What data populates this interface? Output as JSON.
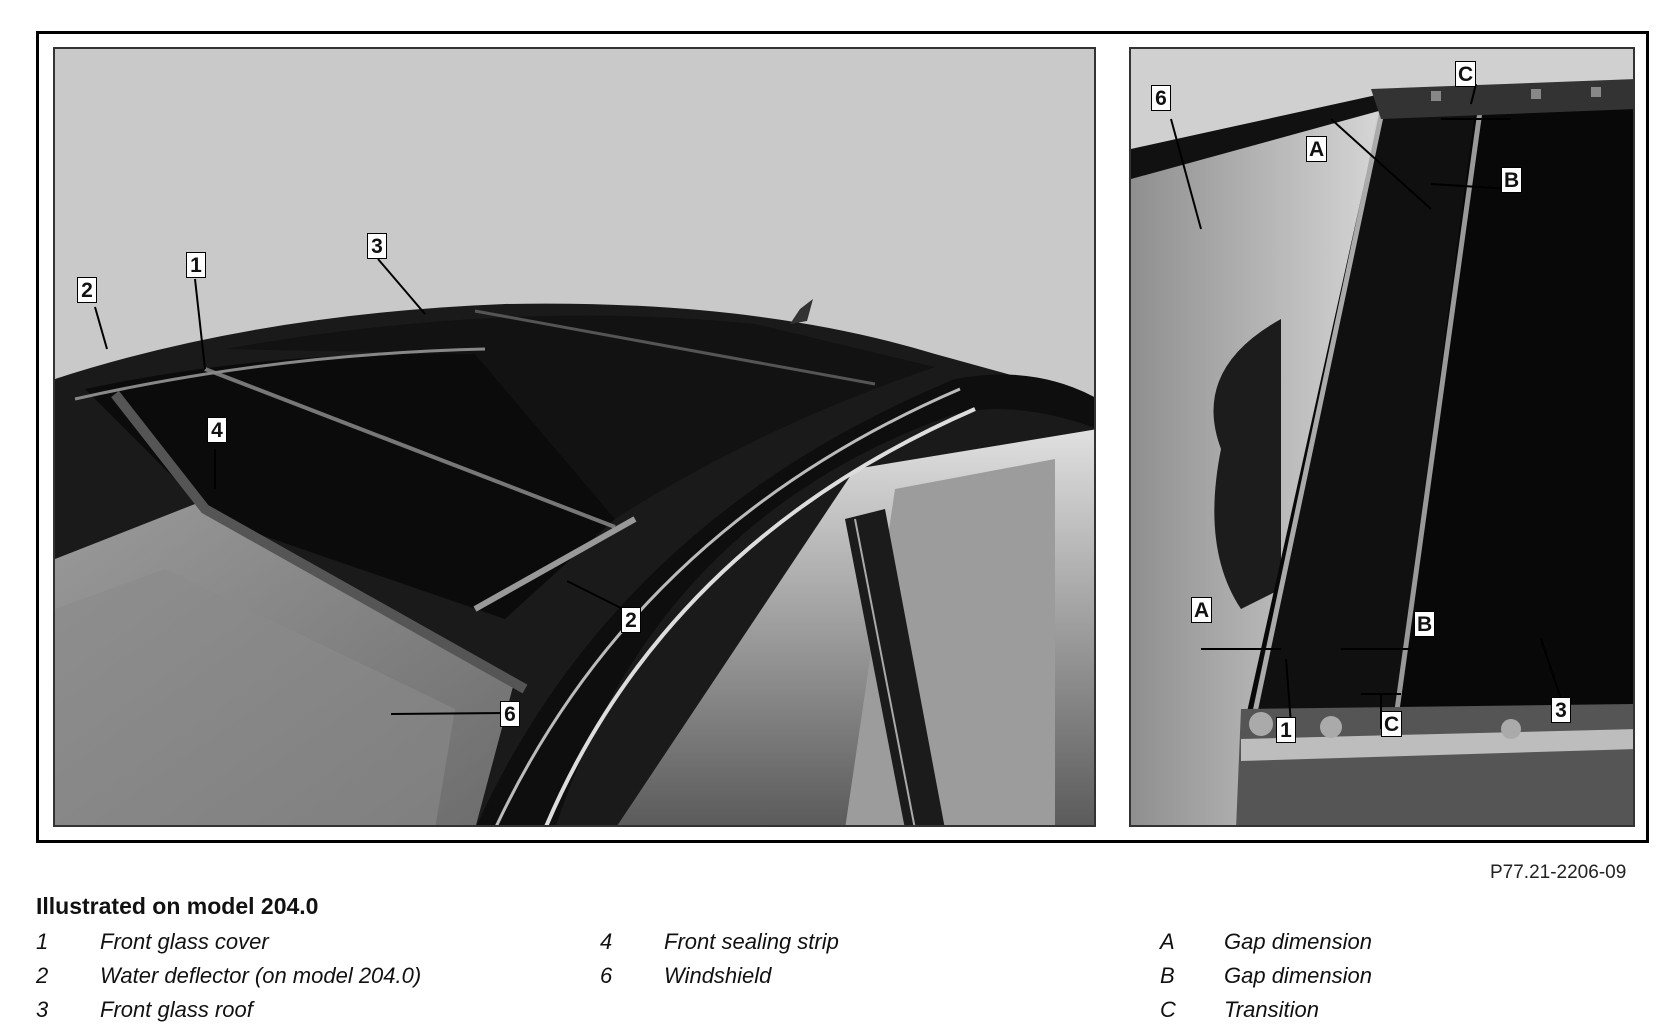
{
  "figure": {
    "reference_code": "P77.21-2206-09",
    "left_callouts": [
      "1",
      "2",
      "3",
      "4",
      "2",
      "6"
    ],
    "right_callouts": [
      "6",
      "A",
      "B",
      "C",
      "A",
      "B",
      "1",
      "C",
      "3"
    ]
  },
  "legend": {
    "title": "Illustrated on model 204.0",
    "columns": [
      [
        {
          "key": "1",
          "label": "Front glass cover"
        },
        {
          "key": "2",
          "label": "Water deflector (on model 204.0)"
        },
        {
          "key": "3",
          "label": "Front glass roof"
        }
      ],
      [
        {
          "key": "4",
          "label": "Front sealing strip"
        },
        {
          "key": "6",
          "label": "Windshield"
        }
      ],
      [
        {
          "key": "A",
          "label": "Gap dimension"
        },
        {
          "key": "B",
          "label": "Gap dimension"
        },
        {
          "key": "C",
          "label": "Transition"
        }
      ]
    ]
  },
  "colors": {
    "background": "#c9c9c9",
    "glass": "#101010",
    "frame": "#000000"
  }
}
